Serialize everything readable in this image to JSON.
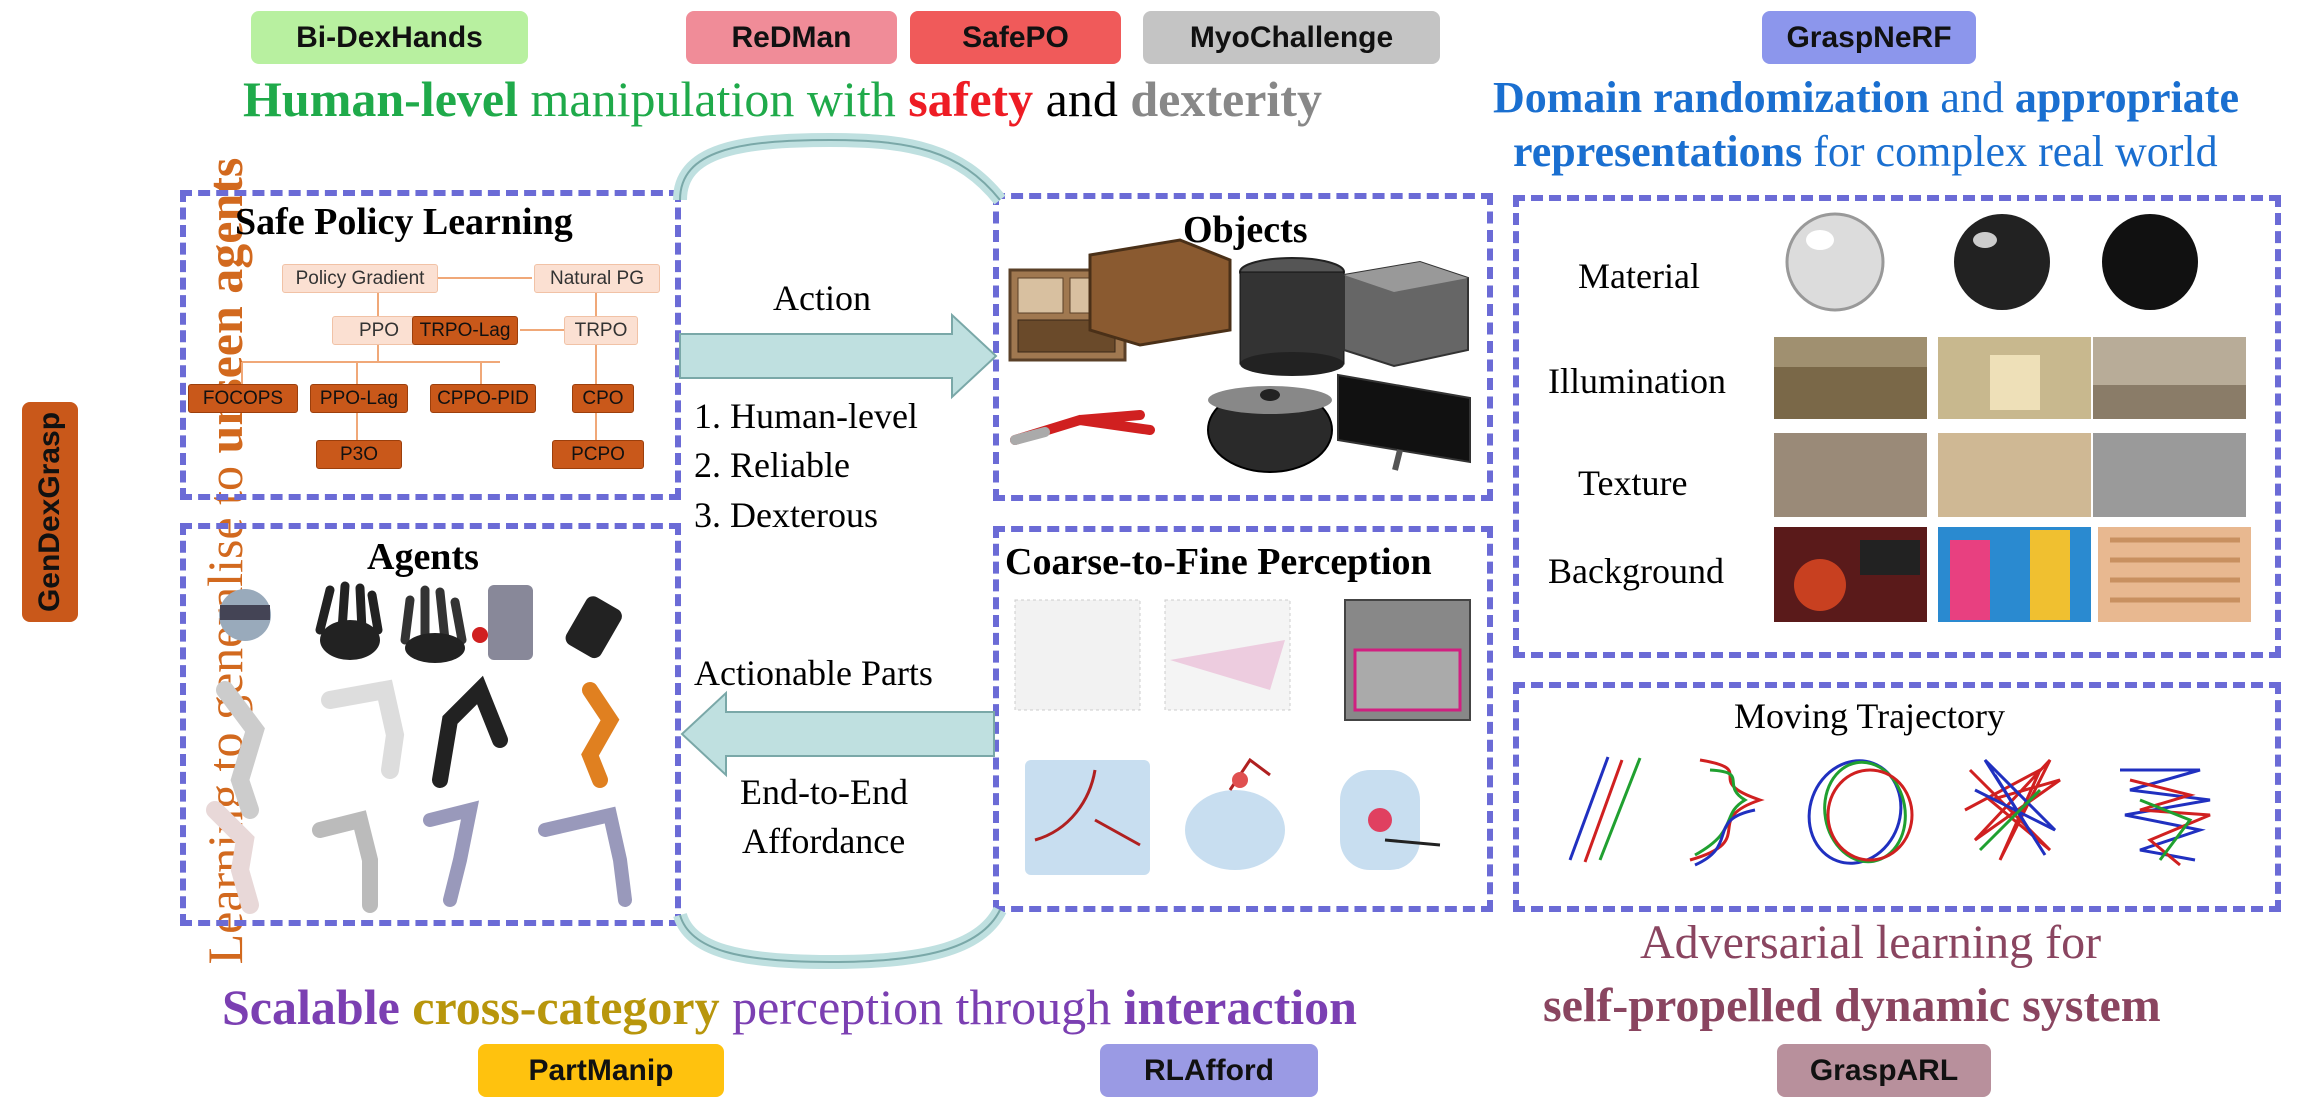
{
  "tags": {
    "bidex": "Bi-DexHands",
    "redman": "ReDMan",
    "safepo": "SafePO",
    "myo": "MyoChallenge",
    "graspnerf": "GraspNeRF",
    "gendex": "GenDexGrasp",
    "partmanip": "PartManip",
    "rlafford": "RLAfford",
    "grasparl": "GraspARL"
  },
  "colors": {
    "dashed_border": "#6b6bd6",
    "arrow_fill": "#bfe0e0",
    "tag_bidex": "#b8f0a0",
    "tag_redman": "#f08c98",
    "tag_safepo": "#f05a5a",
    "tag_myo": "#c4c4c4",
    "tag_graspnerf": "#8c96ec",
    "tag_gendex": "#c9581a",
    "tag_partmanip": "#ffc20e",
    "tag_rlafford": "#9a9ae4",
    "tag_grasparl": "#b8909c"
  },
  "headlines": {
    "top_a": "Human-level",
    "top_b": " manipulation with ",
    "top_c": "safety",
    "top_d": " and ",
    "top_e": "dexterity",
    "right_a": "Domain randomization",
    "right_b": " and ",
    "right_c": "appropriate",
    "right_d": "representations",
    "right_e": " for complex real world",
    "left_a": "Learning to generalise to ",
    "left_b": "unseen agents",
    "bottom_a": "Scalable ",
    "bottom_b": "cross-category",
    "bottom_c": " perception through ",
    "bottom_d": "interaction",
    "bottomright_a": "Adversarial learning for",
    "bottomright_b": "self-propelled dynamic system"
  },
  "panels": {
    "safe_policy": {
      "title": "Safe Policy Learning",
      "nodes": {
        "policy_gradient": "Policy Gradient",
        "natural_pg": "Natural PG",
        "ppo": "PPO",
        "trpo_lag": "TRPO-Lag",
        "trpo": "TRPO",
        "focops": "FOCOPS",
        "ppo_lag": "PPO-Lag",
        "cppo_pid": "CPPO-PID",
        "cpo": "CPO",
        "p3o": "P3O",
        "pcpo": "PCPO"
      }
    },
    "objects": {
      "title": "Objects"
    },
    "agents": {
      "title": "Agents"
    },
    "perception": {
      "title": "Coarse-to-Fine Perception"
    },
    "randomization": {
      "rows": [
        "Material",
        "Illumination",
        "Texture",
        "Background"
      ]
    },
    "trajectory": {
      "title": "Moving Trajectory"
    }
  },
  "middle": {
    "action": "Action",
    "list": [
      "1. Human-level",
      "2. Reliable",
      "3. Dexterous"
    ],
    "actionable": "Actionable Parts",
    "end_to_end_1": "End-to-End",
    "end_to_end_2": "Affordance"
  }
}
